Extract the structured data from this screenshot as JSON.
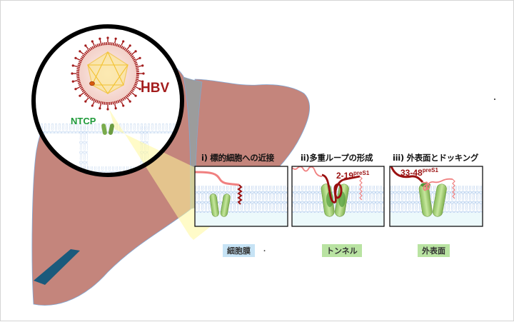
{
  "figure": {
    "virus_label": "HBV",
    "receptor_label": "NTCP",
    "colors": {
      "liver": "#c4857c",
      "liver_gap": "#9c9c9c",
      "handle": "#1a5a7c",
      "virus": "#a31c1c",
      "receptor_label": "#1f9a3a",
      "preS1_dark": "#9a1010",
      "preS1_light": "#f08080",
      "membrane": "#cfe0f4",
      "protein": "#a9d67a",
      "highlight": "#fff79a"
    }
  },
  "steps": [
    {
      "title": "i) 標的細胞への近接",
      "caption": "細胞膜",
      "caption_suffix": ".",
      "caption_color": "#c6e3f5",
      "annotation": "",
      "annotation_sup": ""
    },
    {
      "title": "ii)多重ループの形成",
      "caption": "トンネル",
      "caption_suffix": "",
      "caption_color": "#b9e3a2",
      "annotation": "2-19",
      "annotation_sup": "preS1"
    },
    {
      "title": "iii) 外表面とドッキング",
      "caption": "外表面",
      "caption_suffix": "",
      "caption_color": "#b9e3a2",
      "annotation": "33-48",
      "annotation_sup": "preS1"
    }
  ]
}
